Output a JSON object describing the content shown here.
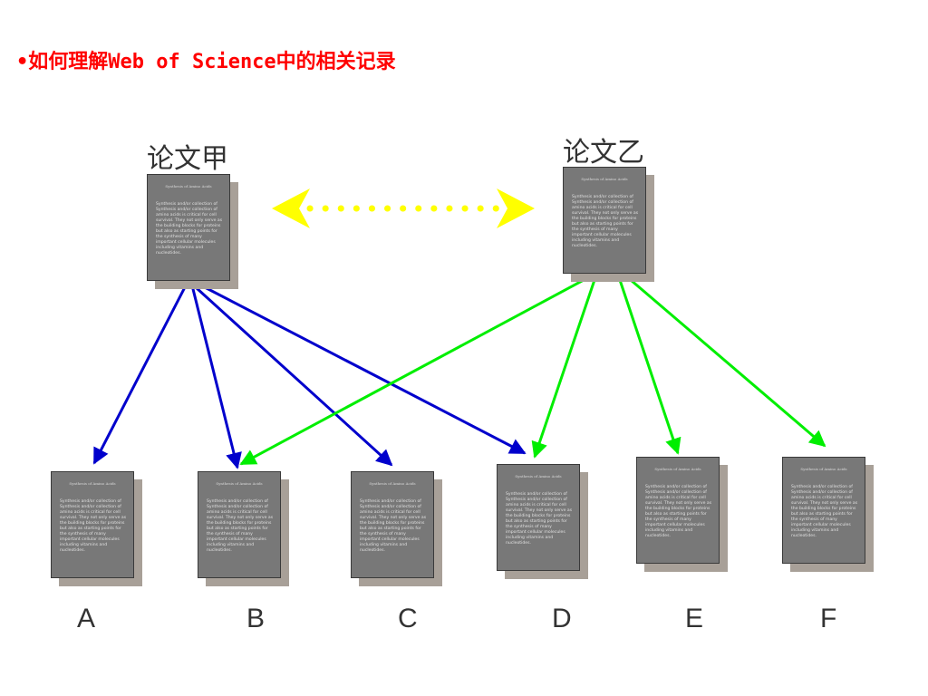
{
  "title": "•如何理解Web of Science中的相关记录",
  "sources": [
    {
      "label": "论文甲"
    },
    {
      "label": "论文乙"
    }
  ],
  "document_text": {
    "title": "Synthesis of Amino Acids",
    "body": "Synthesis and/or collection of Synthesis and/or collection of amino acids is critical for cell survival. They not only serve as the building blocks for proteins but also as starting points for the synthesis of many important cellular molecules including vitamins and nucleotides."
  },
  "cited": [
    {
      "letter": "A"
    },
    {
      "letter": "B"
    },
    {
      "letter": "C"
    },
    {
      "letter": "D"
    },
    {
      "letter": "E"
    },
    {
      "letter": "F"
    }
  ],
  "colors": {
    "title": "#ff0000",
    "link_arrow": "#ffff00",
    "paper_a_citations": "#0000cc",
    "paper_b_citations": "#00ee00"
  },
  "relations": {
    "论文甲": [
      "A",
      "B",
      "C",
      "D"
    ],
    "论文乙": [
      "B",
      "D",
      "E",
      "F"
    ],
    "shared": [
      "B",
      "D"
    ]
  }
}
